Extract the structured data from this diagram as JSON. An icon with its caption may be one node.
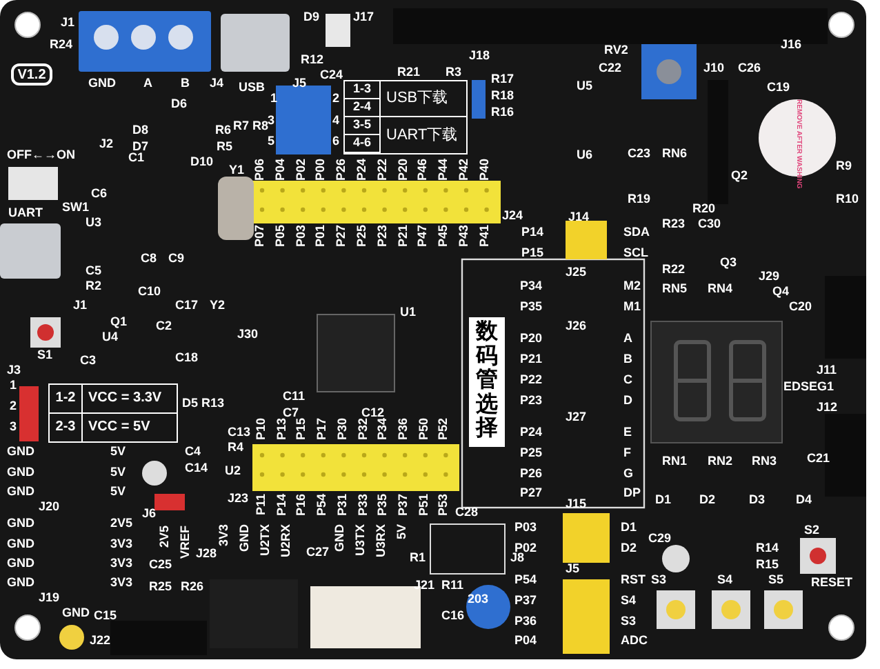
{
  "diagram": {
    "nodes": [
      {
        "text": [
          "V1.2"
        ]
      },
      {
        "text": [
          "1-3",
          "2-4",
          "3-5",
          "4-6",
          "USB下载",
          "UART下载"
        ]
      },
      {
        "text": [
          "1-2",
          "VCC = 3.3V",
          "2-3",
          "VCC = 5V"
        ]
      },
      {
        "text": [
          "数码管选择"
        ]
      }
    ],
    "labels": [
      "J1",
      "R24",
      "D9",
      "J17",
      "J16",
      "J18",
      "RV2",
      "R12",
      "R21",
      "R3",
      "C22",
      "J10",
      "C26",
      "C24",
      "GND",
      "A",
      "B",
      "J4",
      "USB",
      "J5",
      "C19",
      "R17",
      "R18",
      "R16",
      "U5",
      "1",
      "2",
      "D6",
      "3",
      "4",
      "D8",
      "R6",
      "R7",
      "R8",
      "5",
      "6",
      "D7",
      "R5",
      "REMOVE AFTER WASHING",
      "J2",
      "OFF←→ON",
      "C1",
      "D10",
      "Y1",
      "U6",
      "C23",
      "RN6",
      "Q2",
      "R9",
      "R19",
      "R10",
      "C6",
      "SW1",
      "UART",
      "R20",
      "U3",
      "J24",
      "J14",
      "R23",
      "C30",
      "P06",
      "P04",
      "P02",
      "P00",
      "P26",
      "P24",
      "P22",
      "P20",
      "P46",
      "P44",
      "P42",
      "P40",
      "P07",
      "P05",
      "P03",
      "P01",
      "P27",
      "P25",
      "P23",
      "P21",
      "P47",
      "P45",
      "P43",
      "P41",
      "P14",
      "SDA",
      "P15",
      "SCL",
      "C8",
      "C9",
      "R22",
      "Q3",
      "C5",
      "J25",
      "J29",
      "R2",
      "C10",
      "P34",
      "M2",
      "RN5",
      "RN4",
      "Q4",
      "J1",
      "C17",
      "Y2",
      "P35",
      "M1",
      "C20",
      "U1",
      "Q1",
      "C2",
      "J26",
      "U4",
      "J30",
      "P20",
      "A",
      "S1",
      "C3",
      "C18",
      "P21",
      "B",
      "J3",
      "J11",
      "1",
      "P22",
      "C",
      "EDSEG1",
      "C11",
      "D5",
      "R13",
      "P23",
      "D",
      "2",
      "J12",
      "C7",
      "C12",
      "J27",
      "3",
      "P10",
      "P13",
      "P15",
      "P17",
      "P30",
      "P32",
      "P34",
      "P36",
      "P50",
      "P52",
      "C13",
      "P24",
      "E",
      "R4",
      "GND",
      "5V",
      "C4",
      "P25",
      "F",
      "RN1",
      "RN2",
      "RN3",
      "C21",
      "GND",
      "5V",
      "C14",
      "U2",
      "P26",
      "G",
      "GND",
      "5V",
      "P27",
      "DP",
      "J23",
      "D1",
      "D2",
      "D3",
      "D4",
      "J20",
      "J6",
      "C28",
      "J15",
      "P11",
      "P14",
      "P16",
      "P54",
      "P31",
      "P33",
      "P35",
      "P37",
      "P51",
      "P53",
      "GND",
      "2V5",
      "P03",
      "D1",
      "S2",
      "2V5",
      "VREF",
      "3V3",
      "GND",
      "U2TX",
      "U2RX",
      "GND",
      "U3TX",
      "U3RX",
      "5V",
      "GND",
      "3V3",
      "P02",
      "D2",
      "C29",
      "R14",
      "J28",
      "C27",
      "R1",
      "J8",
      "GND",
      "3V3",
      "C25",
      "J5",
      "R15",
      "GND",
      "3V3",
      "R25",
      "R26",
      "J21",
      "R11",
      "P54",
      "RST",
      "S3",
      "S4",
      "S5",
      "RESET",
      "J19",
      "203",
      "P37",
      "S4",
      "GND",
      "C15",
      "C16",
      "P36",
      "S3",
      "J22",
      "P04",
      "ADC"
    ]
  }
}
